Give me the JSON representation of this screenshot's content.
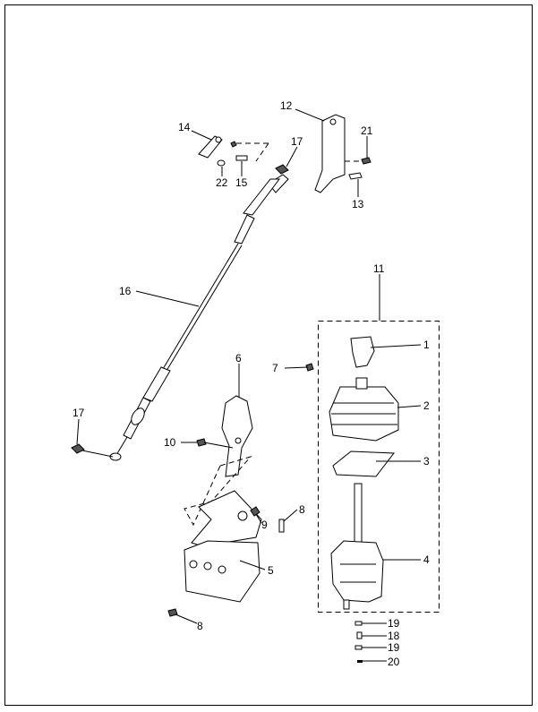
{
  "diagram": {
    "labels": {
      "p12": "12",
      "p14": "14",
      "p17a": "17",
      "p21": "21",
      "p22": "22",
      "p15": "15",
      "p13": "13",
      "p11": "11",
      "p16": "16",
      "p1": "1",
      "p7": "7",
      "p2": "2",
      "p6": "6",
      "p10": "10",
      "p17b": "17",
      "p3": "3",
      "p9": "9",
      "p8a": "8",
      "p4": "4",
      "p5": "5",
      "p8b": "8",
      "p19a": "19",
      "p18": "18",
      "p19b": "19",
      "p20": "20"
    }
  }
}
